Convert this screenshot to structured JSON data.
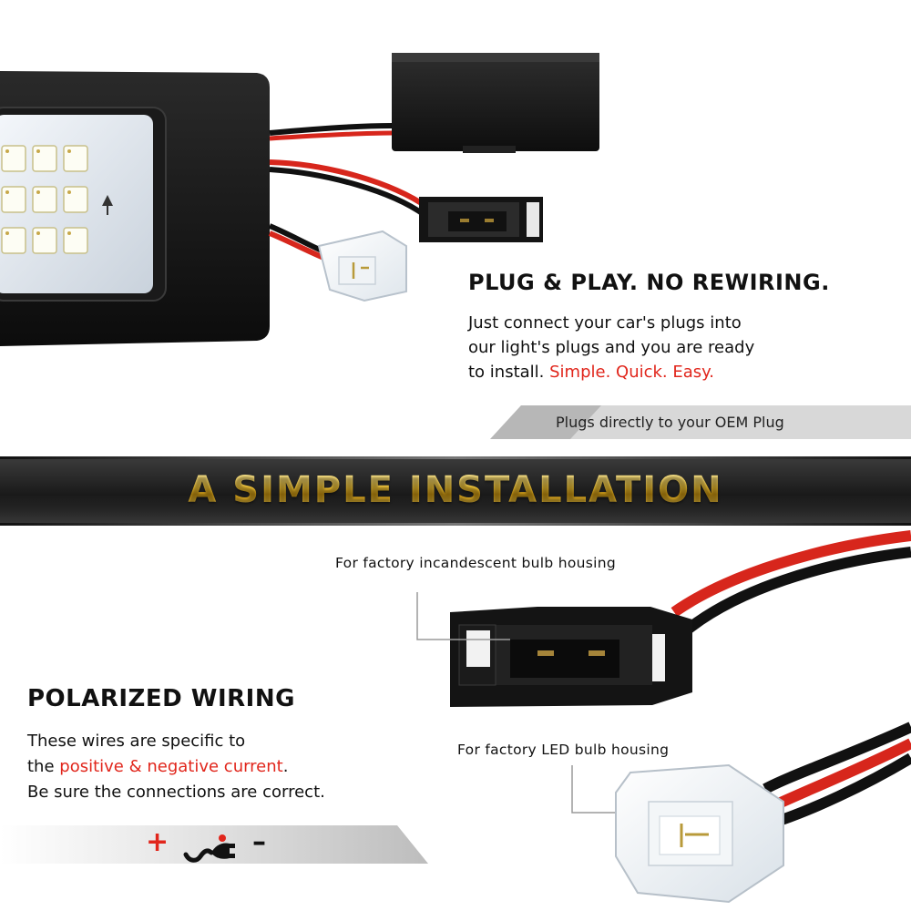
{
  "plug_section": {
    "heading": "PLUG & PLAY. NO REWIRING.",
    "description_line1": "Just connect your car's plugs into",
    "description_line2": "our light's plugs and you are ready",
    "description_line3_prefix": "to install. ",
    "description_highlight": "Simple. Quick. Easy.",
    "banner_text": "Plugs directly to your OEM Plug"
  },
  "title_band": {
    "title": "A SIMPLE INSTALLATION"
  },
  "connectors": {
    "incandescent_label": "For factory incandescent bulb housing",
    "led_label": "For factory LED bulb housing"
  },
  "polarized_section": {
    "heading": "POLARIZED WIRING",
    "line1": "These wires are specific to",
    "line2_prefix": "the ",
    "line2_highlight": "positive & negative current",
    "line2_suffix": ".",
    "line3": "Be sure the connections are correct.",
    "plus_symbol": "+",
    "minus_symbol": "–"
  },
  "colors": {
    "accent_red": "#e1261c",
    "title_gold": "#f1c232",
    "band_dark": "#1a1a1a"
  }
}
